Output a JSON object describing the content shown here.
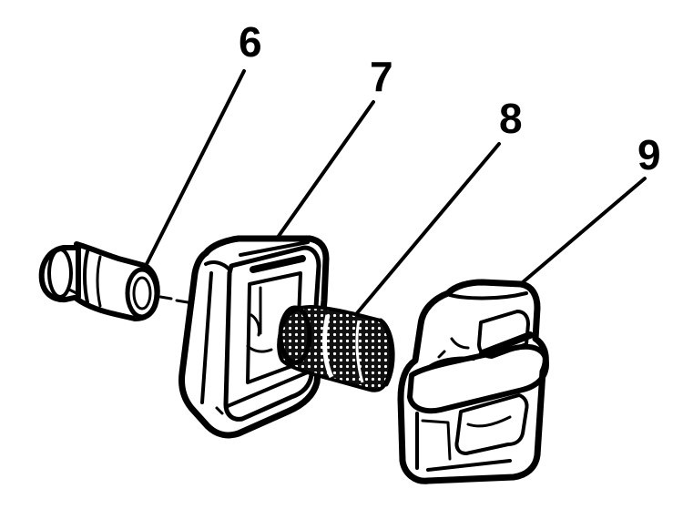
{
  "callouts": [
    {
      "id": "6",
      "label": "6",
      "part": "bushing"
    },
    {
      "id": "7",
      "label": "7",
      "part": "housing"
    },
    {
      "id": "8",
      "label": "8",
      "part": "screen"
    },
    {
      "id": "9",
      "label": "9",
      "part": "cover"
    }
  ],
  "colors": {
    "ink": "#000000",
    "paper": "#ffffff"
  }
}
